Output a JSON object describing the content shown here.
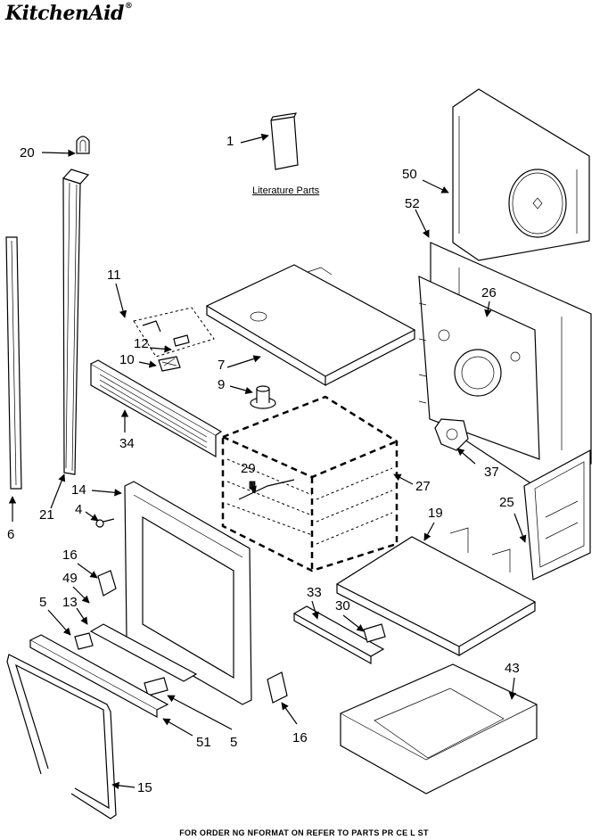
{
  "header": {
    "brand": "KitchenAid",
    "reg_mark": "®"
  },
  "literature": {
    "label": "Literature Parts"
  },
  "footer": {
    "note": "FOR ORDER NG NFORMAT ON REFER TO PARTS PR CE L ST"
  },
  "callouts": {
    "c1": "1",
    "c20": "20",
    "c50": "50",
    "c52": "52",
    "c26": "26",
    "c11": "11",
    "c12": "12",
    "c10": "10",
    "c7": "7",
    "c9": "9",
    "c34": "34",
    "c21": "21",
    "c6": "6",
    "c14": "14",
    "c4": "4",
    "c29": "29",
    "c27": "27",
    "c37": "37",
    "c19": "19",
    "c25": "25",
    "c16a": "16",
    "c49": "49",
    "c5a": "5",
    "c13": "13",
    "c33": "33",
    "c30": "30",
    "c43": "43",
    "c51": "51",
    "c5b": "5",
    "c16b": "16",
    "c15": "15"
  }
}
